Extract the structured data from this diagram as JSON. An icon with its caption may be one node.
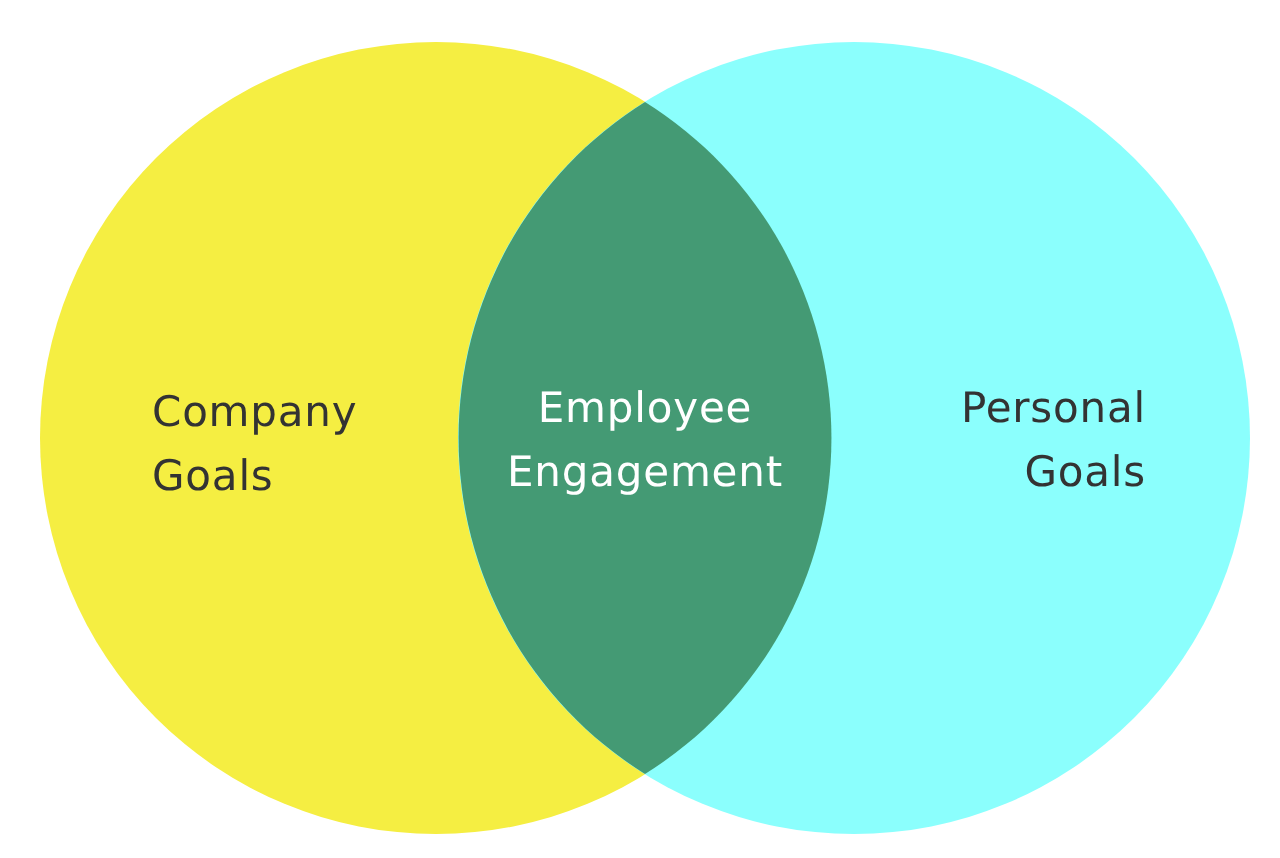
{
  "diagram": {
    "nodes": [
      {
        "text": [
          "Company Goals"
        ]
      },
      {
        "text": [
          "Employee Engagement"
        ]
      },
      {
        "text": [
          "Personal Goals"
        ]
      }
    ]
  }
}
